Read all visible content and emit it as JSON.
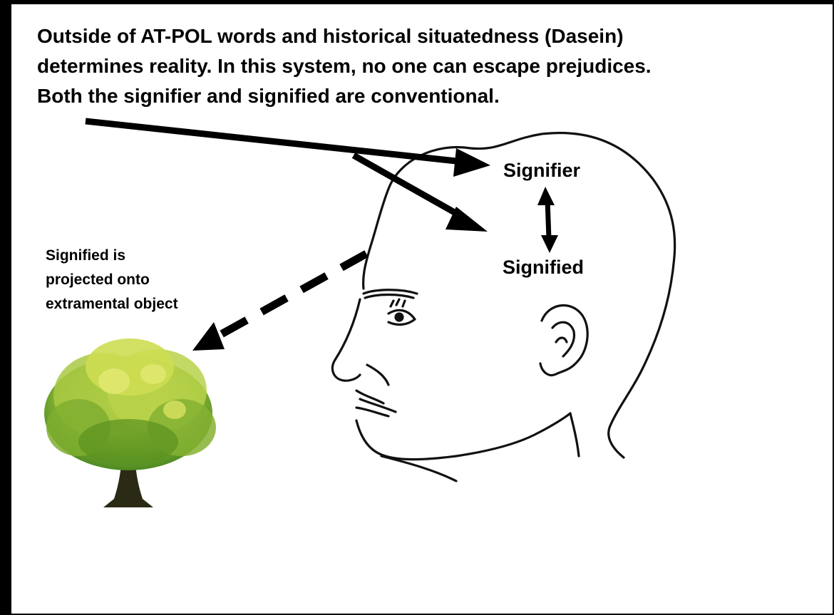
{
  "headline": {
    "lines": [
      "Outside of AT-POL words and historical situatedness (Dasein)",
      "determines reality. In this system, no one can escape prejudices.",
      "Both the signifier and signified are conventional."
    ]
  },
  "labels": {
    "signifier": "Signifier",
    "signified": "Signified"
  },
  "projection_note": {
    "lines": [
      "Signified is",
      "projected onto",
      "extramental object"
    ]
  },
  "icons": {
    "head": "head-profile-icon",
    "tree": "tree-icon"
  },
  "colors": {
    "ink": "#000000",
    "background": "#ffffff",
    "foliage_light": "#c8d94a",
    "foliage_mid": "#8fb935",
    "foliage_dark": "#3f7a1c",
    "trunk": "#2b2a14"
  }
}
